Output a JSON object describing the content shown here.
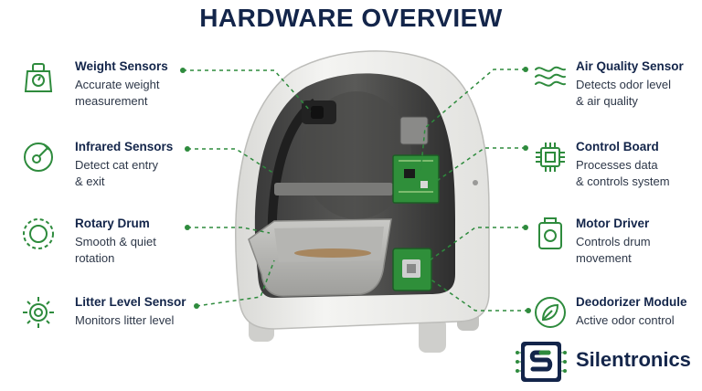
{
  "title": "HARDWARE OVERVIEW",
  "left_features": [
    {
      "icon": "scale-icon",
      "name": "Weight Sensors",
      "desc": [
        "Accurate weight",
        "measurement"
      ]
    },
    {
      "icon": "infrared-sensor-icon",
      "name": "Infrared Sensors",
      "desc": [
        "Detect cat entry",
        "& exit"
      ]
    },
    {
      "icon": "rotary-drum-icon",
      "name": "Rotary Drum",
      "desc": [
        "Smooth & quiet",
        "rotation"
      ]
    },
    {
      "icon": "litter-level-sensor-icon",
      "name": "Litter Level Sensor",
      "desc": [
        "Monitors litter level"
      ]
    }
  ],
  "right_features": [
    {
      "icon": "air-waves-icon",
      "name": "Air Quality Sensor",
      "desc": [
        "Detects odor level",
        "& air quality"
      ]
    },
    {
      "icon": "chip-icon",
      "name": "Control Board",
      "desc": [
        "Processes data",
        "& controls system"
      ]
    },
    {
      "icon": "motor-driver-icon",
      "name": "Motor Driver",
      "desc": [
        "Controls drum",
        "movement"
      ]
    },
    {
      "icon": "leaf-icon",
      "name": "Deodorizer Module",
      "desc": [
        "Active odor control"
      ]
    }
  ],
  "brand": {
    "name": "Silentronics",
    "logo": "silentronics-logo"
  },
  "colors": {
    "accent_green": "#2e8b3d",
    "navy": "#13254a"
  }
}
